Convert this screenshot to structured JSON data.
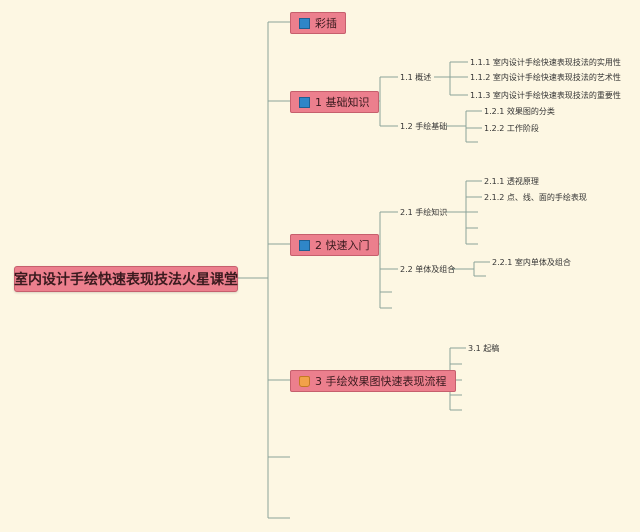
{
  "root": {
    "label": "室内设计手绘快速表现技法火星课堂"
  },
  "branches": {
    "caicha": {
      "label": "彩插",
      "icon": "blue-square-icon"
    },
    "jichu": {
      "label": "1 基础知识",
      "icon": "blue-square-icon",
      "gaishu": {
        "label": "1.1 概述",
        "items": [
          "1.1.1 室内设计手绘快速表现技法的实用性",
          "1.1.2 室内设计手绘快速表现技法的艺术性",
          "1.1.3 室内设计手绘快速表现技法的重要性"
        ]
      },
      "shouhui": {
        "label": "1.2 手绘基础",
        "items": [
          "1.2.1 效果图的分类",
          "1.2.2 工作阶段"
        ]
      }
    },
    "kuaisu": {
      "label": "2 快速入门",
      "icon": "blue-square-icon",
      "zhishi": {
        "label": "2.1 手绘知识",
        "items": [
          "2.1.1 透视原理",
          "2.1.2 点、线、面的手绘表现"
        ]
      },
      "danti": {
        "label": "2.2 单体及组合",
        "items": [
          "2.2.1 室内单体及组合"
        ]
      }
    },
    "liucheng": {
      "label": "3 手绘效果图快速表现流程",
      "icon": "orange-bag-icon",
      "items": [
        "3.1 起稿"
      ]
    }
  },
  "colors": {
    "background": "#fdf7e3",
    "node": "#ec7f8d",
    "line": "#8aa39a"
  }
}
